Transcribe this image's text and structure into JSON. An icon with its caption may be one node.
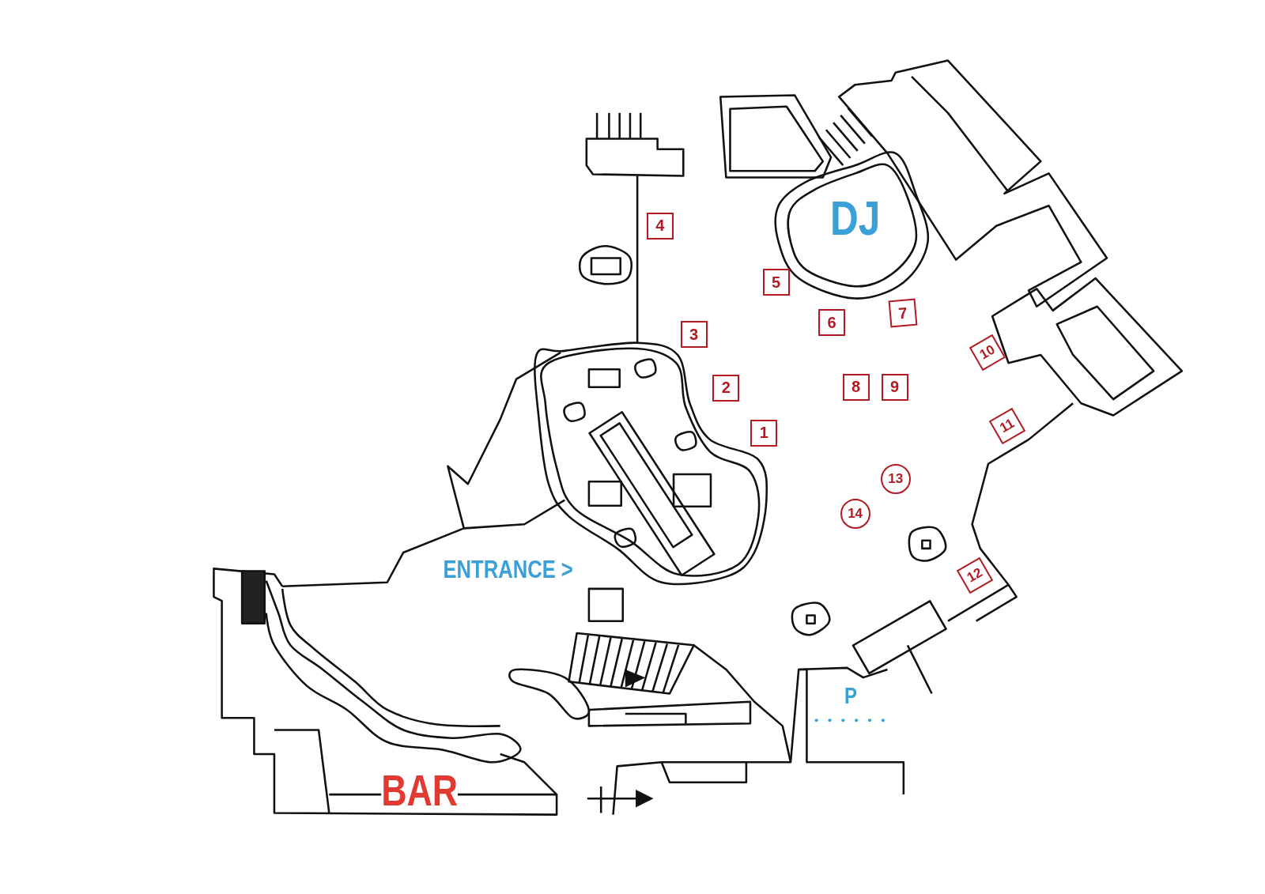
{
  "diagram": {
    "nodes": [
      {
        "text": [
          "4"
        ]
      },
      {
        "text": [
          "5"
        ]
      },
      {
        "text": [
          "7"
        ]
      },
      {
        "text": [
          "6"
        ]
      },
      {
        "text": [
          "3"
        ]
      },
      {
        "text": [
          "10"
        ]
      },
      {
        "text": [
          "8"
        ]
      },
      {
        "text": [
          "9"
        ]
      },
      {
        "text": [
          "2"
        ]
      },
      {
        "text": [
          "11"
        ]
      },
      {
        "text": [
          "1"
        ]
      },
      {
        "text": [
          "13"
        ]
      },
      {
        "text": [
          "14"
        ]
      },
      {
        "text": [
          "12"
        ]
      }
    ],
    "labels": [
      "DJ",
      "ENTRANCE >",
      "BAR",
      "P"
    ]
  }
}
